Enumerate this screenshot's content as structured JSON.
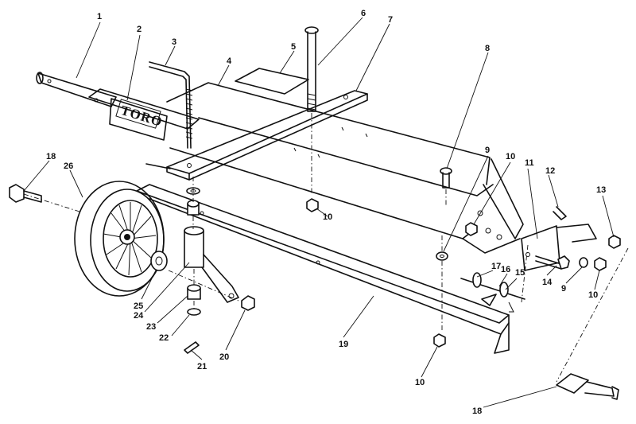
{
  "diagram": {
    "logo_text": "TORO",
    "callouts": [
      {
        "id": "c1",
        "text": "1"
      },
      {
        "id": "c2",
        "text": "2"
      },
      {
        "id": "c3",
        "text": "3"
      },
      {
        "id": "c4",
        "text": "4"
      },
      {
        "id": "c5",
        "text": "5"
      },
      {
        "id": "c6",
        "text": "6"
      },
      {
        "id": "c7",
        "text": "7"
      },
      {
        "id": "c8",
        "text": "8"
      },
      {
        "id": "c9a",
        "text": "9"
      },
      {
        "id": "c10a",
        "text": "10"
      },
      {
        "id": "c11",
        "text": "11"
      },
      {
        "id": "c12",
        "text": "12"
      },
      {
        "id": "c13",
        "text": "13"
      },
      {
        "id": "c18a",
        "text": "18"
      },
      {
        "id": "c26",
        "text": "26"
      },
      {
        "id": "c10b",
        "text": "10"
      },
      {
        "id": "c17",
        "text": "17"
      },
      {
        "id": "c16",
        "text": "16"
      },
      {
        "id": "c15",
        "text": "15"
      },
      {
        "id": "c14",
        "text": "14"
      },
      {
        "id": "c9b",
        "text": "9"
      },
      {
        "id": "c10c",
        "text": "10"
      },
      {
        "id": "c25",
        "text": "25"
      },
      {
        "id": "c24",
        "text": "24"
      },
      {
        "id": "c23",
        "text": "23"
      },
      {
        "id": "c22",
        "text": "22"
      },
      {
        "id": "c21",
        "text": "21"
      },
      {
        "id": "c20",
        "text": "20"
      },
      {
        "id": "c19",
        "text": "19"
      },
      {
        "id": "c10d",
        "text": "10"
      },
      {
        "id": "c18b",
        "text": "18"
      }
    ]
  }
}
